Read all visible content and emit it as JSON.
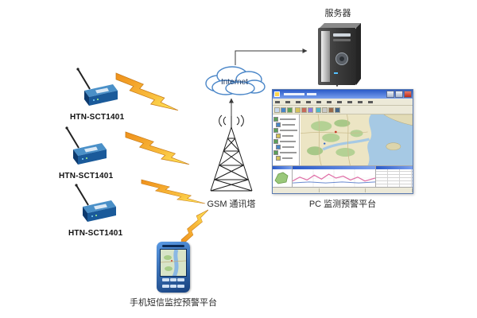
{
  "nodes": {
    "server": {
      "label": "服务器"
    },
    "internet": {
      "label": "Internet"
    },
    "gsm_tower": {
      "label": "GSM 通讯塔"
    },
    "pc_platform": {
      "label": "PC 监测预警平台"
    },
    "phone_platform": {
      "label": "手机短信监控预警平台"
    },
    "sensor1": {
      "label": "HTN-SCT1401"
    },
    "sensor2": {
      "label": "HTN-SCT1401"
    },
    "sensor3": {
      "label": "HTN-SCT1401"
    }
  },
  "colors": {
    "device_blue": "#1a5a9a",
    "bolt_orange": "#ef8f1a",
    "bolt_yellow": "#ffe95a",
    "cloud_outline": "#4a86c8",
    "connector": "#3a3a3a",
    "map_water": "#a6c9e4",
    "map_land": "#ece5c4"
  }
}
